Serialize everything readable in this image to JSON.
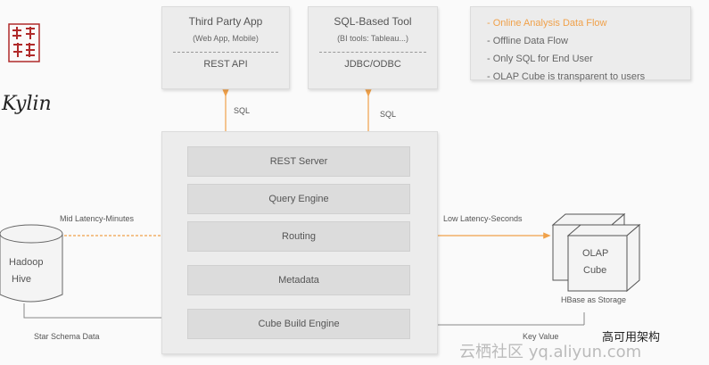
{
  "brand": {
    "logo_name": "Kylin"
  },
  "clients": [
    {
      "title": "Third Party App",
      "subtitle": "(Web App, Mobile)",
      "api": "REST API"
    },
    {
      "title": "SQL-Based Tool",
      "subtitle": "(BI tools: Tableau...)",
      "api": "JDBC/ODBC"
    }
  ],
  "legend": [
    {
      "text": "- Online Analysis Data Flow",
      "color": "#f0a14a"
    },
    {
      "text": "- Offline Data Flow"
    },
    {
      "text": "- Only SQL for End User"
    },
    {
      "text": "- OLAP Cube is transparent to users"
    }
  ],
  "sql_labels": [
    "SQL",
    "SQL"
  ],
  "engine": {
    "components": [
      "REST Server",
      "Query Engine",
      "Routing",
      "Metadata",
      "Cube Build Engine"
    ]
  },
  "source": {
    "line1": "Hadoop",
    "line2": "Hive"
  },
  "storage": {
    "line1": "OLAP",
    "line2": "Cube",
    "caption": "HBase as Storage"
  },
  "edges": {
    "mid_latency": "Mid Latency-Minutes",
    "low_latency": "Low Latency-Seconds",
    "star_schema": "Star Schema Data",
    "key_value": "Key Value"
  },
  "watermark": {
    "left": "云栖社区 yq.aliyun.com",
    "right": "高可用架构"
  },
  "colors": {
    "accent": "#f0a14a",
    "line": "#888888"
  }
}
